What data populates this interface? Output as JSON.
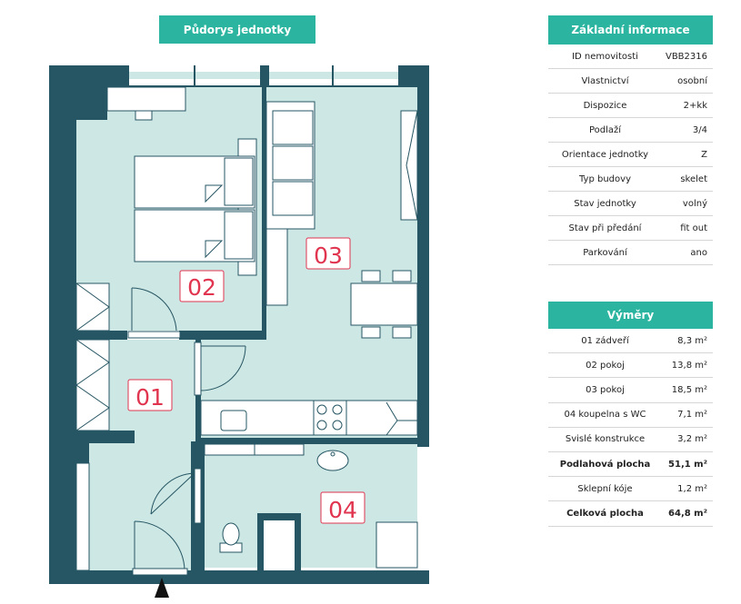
{
  "plan_title": "Půdorys jednotky",
  "info": {
    "title": "Základní informace",
    "rows": [
      {
        "label": "ID nemovitosti",
        "value": "VBB2316"
      },
      {
        "label": "Vlastnictví",
        "value": "osobní"
      },
      {
        "label": "Dispozice",
        "value": "2+kk"
      },
      {
        "label": "Podlaží",
        "value": "3/4"
      },
      {
        "label": "Orientace jednotky",
        "value": "Z"
      },
      {
        "label": "Typ budovy",
        "value": "skelet"
      },
      {
        "label": "Stav jednotky",
        "value": "volný"
      },
      {
        "label": "Stav při předání",
        "value": "fit out"
      },
      {
        "label": "Parkování",
        "value": "ano"
      }
    ]
  },
  "areas": {
    "title": "Výměry",
    "rows": [
      {
        "label": "01 zádveří",
        "value": "8,3 m²"
      },
      {
        "label": "02 pokoj",
        "value": "13,8 m²"
      },
      {
        "label": "03 pokoj",
        "value": "18,5 m²"
      },
      {
        "label": "04 koupelna s WC",
        "value": "7,1 m²"
      },
      {
        "label": "Svislé konstrukce",
        "value": "3,2 m²"
      },
      {
        "label": "Podlahová plocha",
        "value": "51,1 m²"
      },
      {
        "label": "Sklepní kóje",
        "value": "1,2 m²"
      },
      {
        "label": "Celková plocha",
        "value": "64,8 m²"
      }
    ]
  },
  "rooms": {
    "r01": "01",
    "r02": "02",
    "r03": "03",
    "r04": "04"
  },
  "colors": {
    "wall": "#265663",
    "floor": "#cde7e4",
    "accent": "#2bb5a0",
    "label": "#e0344f"
  }
}
